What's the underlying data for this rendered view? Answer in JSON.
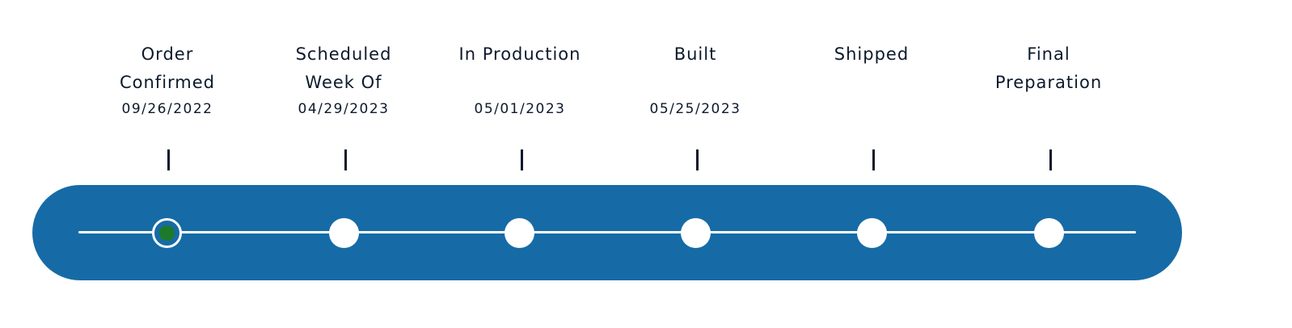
{
  "tracker": {
    "steps": [
      {
        "title": "Order\nConfirmed",
        "date": "09/26/2022",
        "status": "current"
      },
      {
        "title": "Scheduled\nWeek Of",
        "date": "04/29/2023",
        "status": "pending"
      },
      {
        "title": "In Production",
        "date": "05/01/2023",
        "status": "pending"
      },
      {
        "title": "Built",
        "date": "05/25/2023",
        "status": "pending"
      },
      {
        "title": "Shipped",
        "date": "",
        "status": "pending"
      },
      {
        "title": "Final\nPreparation",
        "date": "",
        "status": "pending"
      }
    ],
    "colors": {
      "bar": "#166ba6",
      "current": "#1d7a2a",
      "text": "#0c1a2c"
    }
  }
}
